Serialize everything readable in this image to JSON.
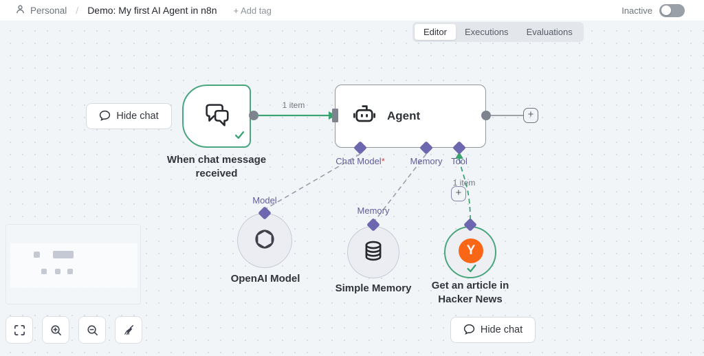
{
  "header": {
    "workspace": "Personal",
    "separator": "/",
    "title": "Demo: My first AI Agent in n8n",
    "add_tag": "+ Add tag",
    "status_label": "Inactive"
  },
  "tabs": {
    "editor": "Editor",
    "executions": "Executions",
    "evaluations": "Evaluations"
  },
  "canvas": {
    "hide_chat_top": "Hide chat",
    "hide_chat_bottom": "Hide chat",
    "trigger": {
      "label_line1": "When chat message",
      "label_line2": "received"
    },
    "connection_items": "1 item",
    "tool_connection_items": "1 item",
    "plus": "+",
    "agent": {
      "title": "Agent"
    },
    "ports": {
      "chat_model": "Chat Model",
      "chat_model_required": "*",
      "memory": "Memory",
      "tool": "Tool",
      "model_target": "Model",
      "memory_target": "Memory"
    },
    "openai_label": "OpenAI Model",
    "memory_label": "Simple Memory",
    "hn_label_line1": "Get an article in",
    "hn_label_line2": "Hacker News",
    "hn_badge": "Y"
  },
  "colors": {
    "success_green": "#3ba272",
    "node_green_border": "#49a57c",
    "connector_purple": "#6c67ae",
    "hn_orange": "#f96716",
    "required_red": "#e03e3e",
    "canvas_bg": "#f2f5f8"
  }
}
